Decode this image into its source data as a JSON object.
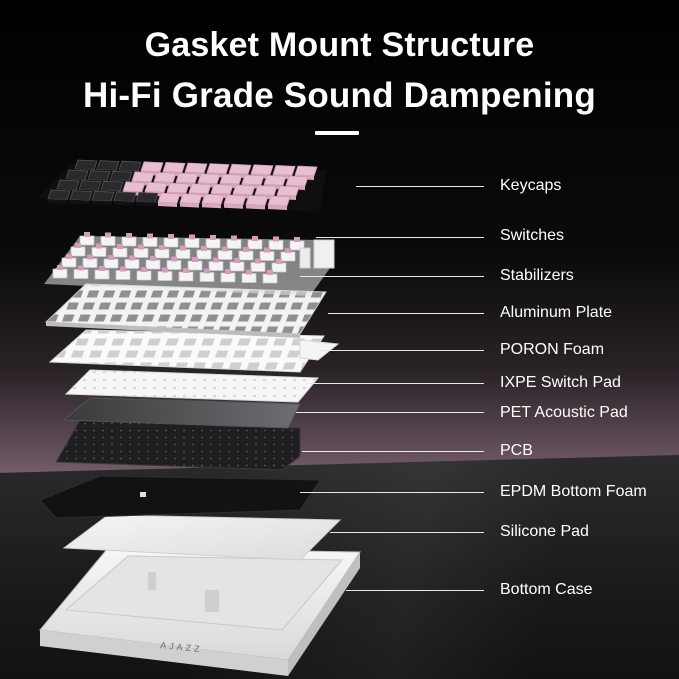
{
  "heading": {
    "line1": "Gasket Mount Structure",
    "line2": "Hi-Fi Grade Sound Dampening"
  },
  "layers": [
    {
      "label": "Keycaps"
    },
    {
      "label": "Switches"
    },
    {
      "label": "Stabilizers"
    },
    {
      "label": "Aluminum Plate"
    },
    {
      "label": "PORON Foam"
    },
    {
      "label": "IXPE Switch Pad"
    },
    {
      "label": "PET Acoustic Pad"
    },
    {
      "label": "PCB"
    },
    {
      "label": "EPDM Bottom Foam"
    },
    {
      "label": "Silicone Pad"
    },
    {
      "label": "Bottom Case"
    }
  ],
  "brand": "AJAZZ",
  "colors": {
    "keycap_pink": "#e8bfd2",
    "keycap_black": "#2a2a2c",
    "switch_stem": "#d79bbb",
    "plate": "#f2f2f2",
    "pcb": "#1e1e1f",
    "foam_black": "#141414"
  }
}
